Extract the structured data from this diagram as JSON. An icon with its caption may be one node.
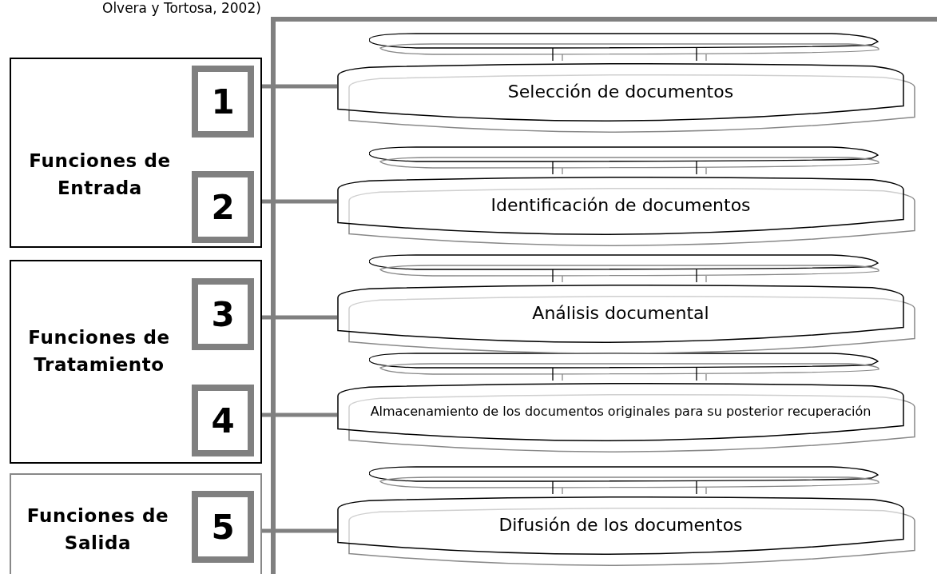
{
  "diagram": {
    "nodes": [
      {
        "text": [
          "Funciones de Entrada"
        ]
      },
      {
        "text": [
          "1"
        ],
        "in": 0
      },
      {
        "text": [
          "Selección de documentos"
        ]
      },
      {
        "text": [
          "2"
        ],
        "in": 0
      },
      {
        "text": [
          "Identificación de documentos"
        ]
      },
      {
        "text": [
          "Funciones de Tratamiento"
        ]
      },
      {
        "text": [
          "3"
        ],
        "in": 5
      },
      {
        "text": [
          "Análisis documental"
        ]
      },
      {
        "text": [
          "4"
        ],
        "in": 5
      },
      {
        "text": [
          "Almacenamiento de los documentos originales para su posterior recuperación"
        ]
      },
      {
        "text": [
          "Funciones de Salida"
        ]
      },
      {
        "text": [
          "5"
        ],
        "in": 10
      },
      {
        "text": [
          "Difusión de los documentos"
        ]
      }
    ],
    "edges": [
      {
        "from": 1,
        "to": 2,
        "arrow": "none"
      },
      {
        "from": 3,
        "to": 4,
        "arrow": "none"
      },
      {
        "from": 6,
        "to": 7,
        "arrow": "none"
      },
      {
        "from": 8,
        "to": 9,
        "arrow": "none"
      },
      {
        "from": 11,
        "to": 12,
        "arrow": "none"
      }
    ],
    "labels": [
      "Olvera y Tortosa, 2002)"
    ]
  }
}
